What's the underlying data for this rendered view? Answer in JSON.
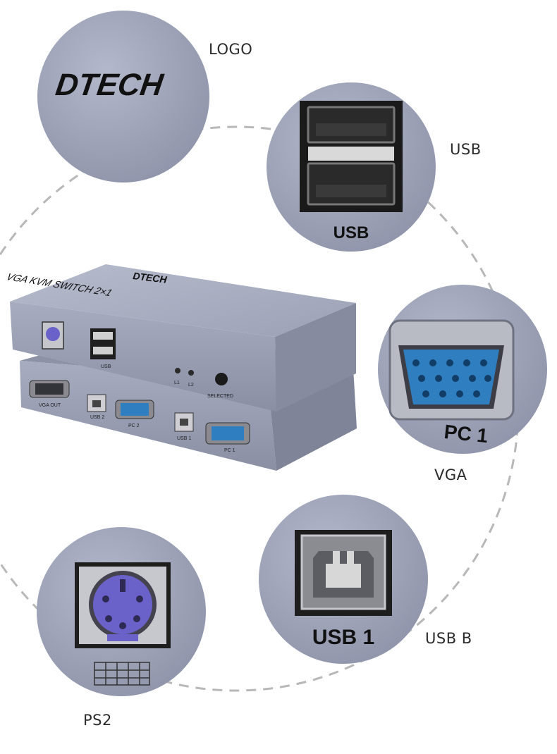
{
  "brand": {
    "logo_text": "DTECH"
  },
  "device": {
    "title": "VGA KVM SWITCH 2×1",
    "top_labels": {
      "usb": "USB",
      "led1": "L1",
      "led2": "L2",
      "selected": "SELECTED"
    },
    "bottom_labels": {
      "vga_out": "VGA OUT",
      "usb2": "USB 2",
      "pc2": "PC 2",
      "usb1": "USB 1",
      "pc1": "PC 1"
    }
  },
  "zoom": {
    "usb": "USB",
    "vga": "PC 1",
    "usbb": "USB 1"
  },
  "callouts": {
    "logo": "LOGO",
    "usb": "USB",
    "vga": "VGA",
    "usbb": "USB B",
    "ps2": "PS2"
  },
  "colors": {
    "metal": "#9aa0b4",
    "metal_dark": "#6f7489",
    "vga_blue": "#2f7fc0",
    "ps2_purple": "#6b62c9",
    "dash": "#b8b8b8"
  }
}
